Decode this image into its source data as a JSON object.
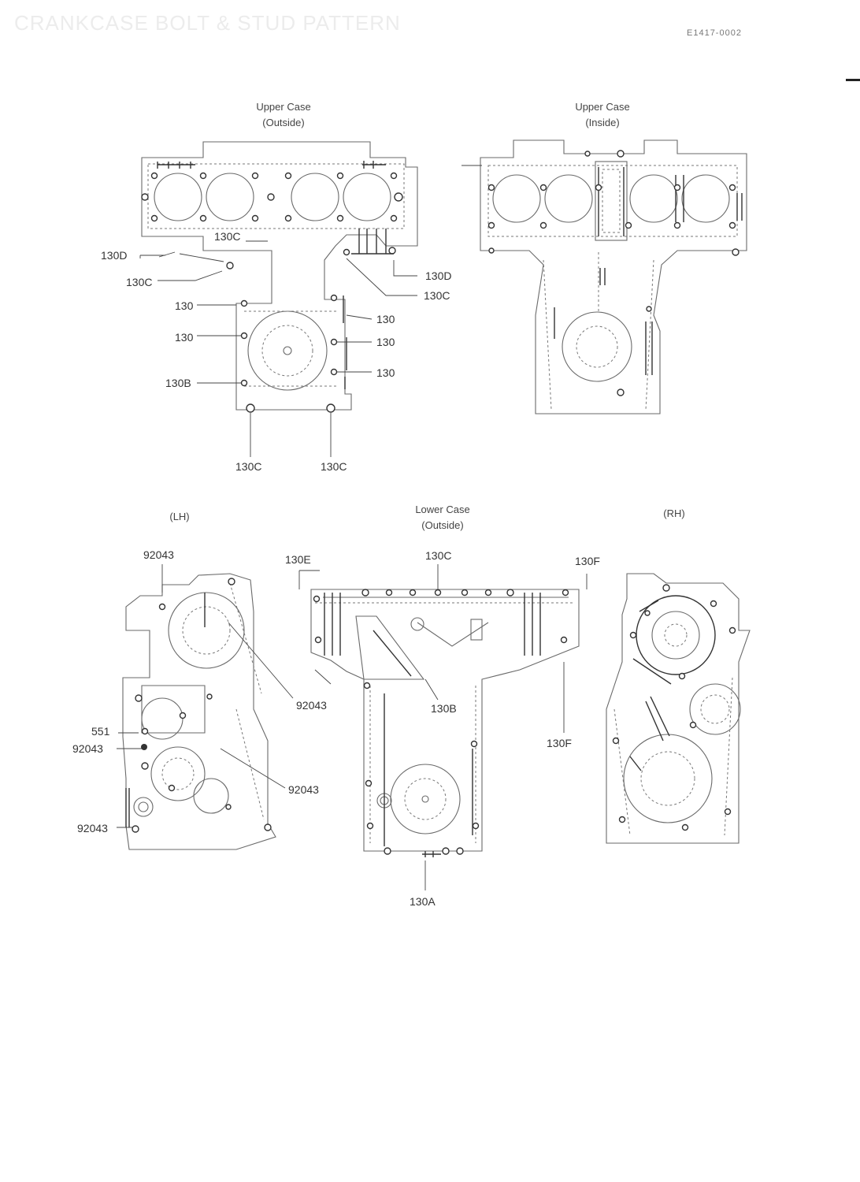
{
  "header": {
    "title": "CRANKCASE BOLT & STUD PATTERN",
    "code": "E1417-0002"
  },
  "views": {
    "upper_outside": {
      "caption_line1": "Upper Case",
      "caption_line2": "(Outside)"
    },
    "upper_inside": {
      "caption_line1": "Upper Case",
      "caption_line2": "(Inside)"
    },
    "lower_outside": {
      "caption_line1": "Lower Case",
      "caption_line2": "(Outside)"
    },
    "left": {
      "caption": "(LH)"
    },
    "right": {
      "caption": "(RH)"
    }
  },
  "callouts": {
    "upper": {
      "c1": "130C",
      "c2": "130D",
      "c3": "130C",
      "c4": "130",
      "c5": "130",
      "c6": "130B",
      "c7": "130D",
      "c8": "130C",
      "c9": "130",
      "c10": "130",
      "c11": "130",
      "c12": "130C",
      "c13": "130C"
    },
    "lower": {
      "c1": "92043",
      "c2": "130E",
      "c3": "130C",
      "c4": "130F",
      "c5": "92043",
      "c6": "130B",
      "c7": "130F",
      "c8": "551",
      "c9": "92043",
      "c10": "92043",
      "c11": "92043",
      "c12": "130A"
    }
  }
}
